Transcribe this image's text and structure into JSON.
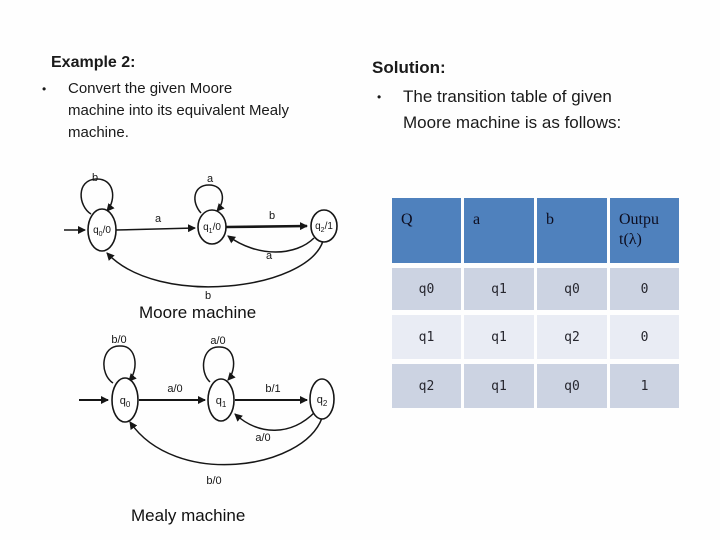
{
  "content": {
    "left": {
      "heading": "Example 2:",
      "bullet": "•",
      "body": "Convert the given Moore machine into its equivalent Mealy machine."
    },
    "right": {
      "heading": "Solution:",
      "bullet": "•",
      "body": "The transition table of given Moore machine is as follows:"
    }
  },
  "moore": {
    "caption": "Moore machine",
    "states": [
      {
        "base": "q",
        "sub": "0",
        "suffix": "/0"
      },
      {
        "base": "q",
        "sub": "1",
        "suffix": "/0"
      },
      {
        "base": "q",
        "sub": "2",
        "suffix": "/1"
      }
    ],
    "edges": {
      "self_q0": "b",
      "self_q1": "a",
      "q0_to_q1": "a",
      "q1_to_q2": "b",
      "q2_to_q1": "a",
      "q2_to_q0": "b"
    }
  },
  "mealy": {
    "caption": "Mealy machine",
    "states": [
      {
        "base": "q",
        "sub": "0"
      },
      {
        "base": "q",
        "sub": "1"
      },
      {
        "base": "q",
        "sub": "2"
      }
    ],
    "edges": {
      "self_q0": "b/0",
      "self_q1": "a/0",
      "q0_to_q1": "a/0",
      "q1_to_q2": "b/1",
      "q2_to_q1": "a/0",
      "q2_to_q0": "b/0"
    }
  },
  "table": {
    "headers": [
      "Q",
      "a",
      "b",
      "Outpu t(λ)"
    ],
    "rows": [
      [
        "q0",
        "q1",
        "q0",
        "0"
      ],
      [
        "q1",
        "q1",
        "q2",
        "0"
      ],
      [
        "q2",
        "q1",
        "q0",
        "1"
      ]
    ]
  },
  "colors": {
    "header_bg": "#4f81bd",
    "row_dark": "#ccd3e2",
    "row_light": "#e9ecf4",
    "ink": "#1a1a1a"
  }
}
